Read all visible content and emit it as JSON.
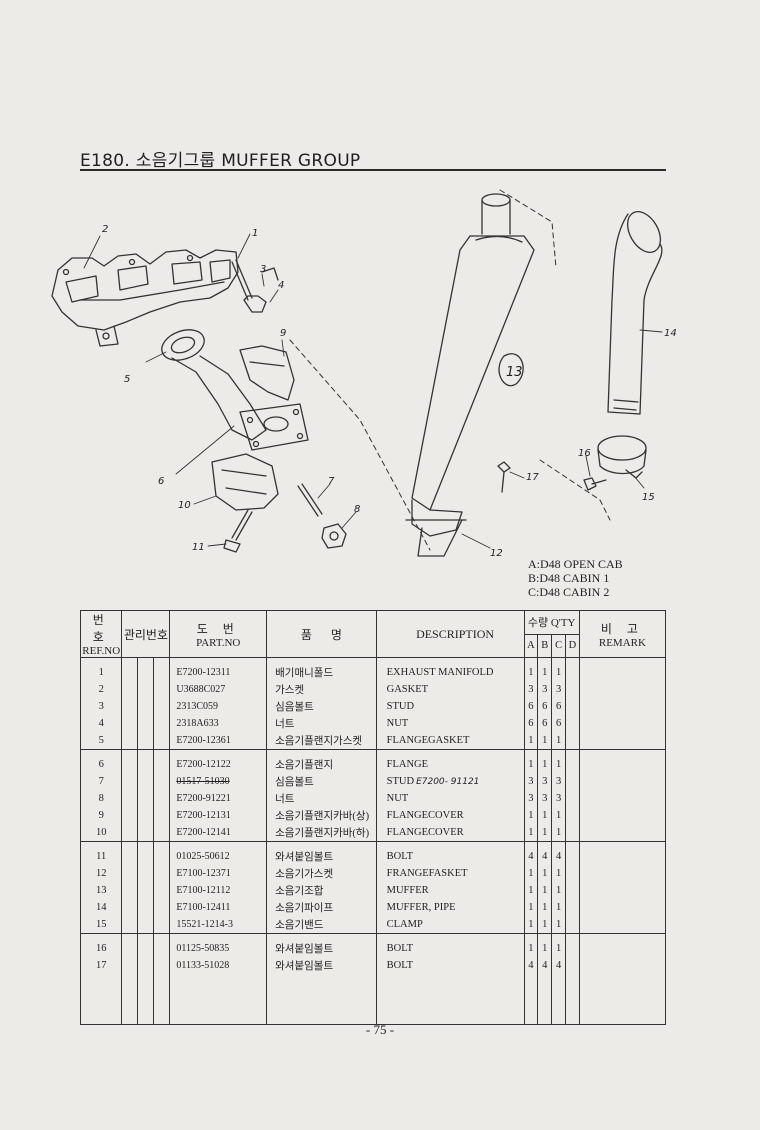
{
  "title": "E180. 소음기그룹 MUFFER GROUP",
  "legend": [
    "A:D48 OPEN CAB",
    "B:D48 CABIN 1",
    "C:D48 CABIN 2"
  ],
  "callouts": {
    "c1": "1",
    "c2": "2",
    "c3": "3",
    "c4": "4",
    "c5": "5",
    "c6": "6",
    "c7": "7",
    "c8": "8",
    "c9": "9",
    "c10": "10",
    "c11": "11",
    "c12": "12",
    "c13": "13",
    "c14": "14",
    "c15": "15",
    "c16": "16",
    "c17": "17"
  },
  "table": {
    "header": {
      "no_kr": "번 호",
      "no_en": "REF.NO",
      "mgmt_kr": "관리번호",
      "part_kr": "도 번",
      "part_en": "PART.NO",
      "name_kr": "품 명",
      "desc": "DESCRIPTION",
      "qty": "수량 Q'TY",
      "qa": "A",
      "qb": "B",
      "qc": "C",
      "qd": "D",
      "remark_kr": "비 고",
      "remark_en": "REMARK"
    },
    "rows": [
      {
        "no": "1",
        "part": "E7200-12311",
        "kor": "배기매니폴드",
        "desc": "EXHAUST MANIFOLD",
        "a": "1",
        "b": "1",
        "c": "1"
      },
      {
        "no": "2",
        "part": "U3688C027",
        "kor": "가스켓",
        "desc": "GASKET",
        "a": "3",
        "b": "3",
        "c": "3"
      },
      {
        "no": "3",
        "part": "2313C059",
        "kor": "심음볼트",
        "desc": "STUD",
        "a": "6",
        "b": "6",
        "c": "6"
      },
      {
        "no": "4",
        "part": "2318A633",
        "kor": "너트",
        "desc": "NUT",
        "a": "6",
        "b": "6",
        "c": "6"
      },
      {
        "no": "5",
        "part": "E7200-12361",
        "kor": "소음기플랜지가스켓",
        "desc": "FLANGEGASKET",
        "a": "1",
        "b": "1",
        "c": "1"
      },
      {
        "no": "6",
        "part": "E7200-12122",
        "kor": "소음기플랜지",
        "desc": "FLANGE",
        "a": "1",
        "b": "1",
        "c": "1"
      },
      {
        "no": "7",
        "part": "01517-51030",
        "kor": "심음볼트",
        "desc": "STUD",
        "note": "E7200- 91121",
        "a": "3",
        "b": "3",
        "c": "3"
      },
      {
        "no": "8",
        "part": "E7200-91221",
        "kor": "너트",
        "desc": "NUT",
        "a": "3",
        "b": "3",
        "c": "3"
      },
      {
        "no": "9",
        "part": "E7200-12131",
        "kor": "소음기플랜지카바(상)",
        "desc": "FLANGECOVER",
        "a": "1",
        "b": "1",
        "c": "1"
      },
      {
        "no": "10",
        "part": "E7200-12141",
        "kor": "소음기플랜지카바(하)",
        "desc": "FLANGECOVER",
        "a": "1",
        "b": "1",
        "c": "1"
      },
      {
        "no": "11",
        "part": "01025-50612",
        "kor": "와셔붙임볼트",
        "desc": "BOLT",
        "a": "4",
        "b": "4",
        "c": "4"
      },
      {
        "no": "12",
        "part": "E7100-12371",
        "kor": "소음기가스켓",
        "desc": "FRANGEFASKET",
        "a": "1",
        "b": "1",
        "c": "1"
      },
      {
        "no": "13",
        "part": "E7100-12112",
        "kor": "소음기조합",
        "desc": "MUFFER",
        "a": "1",
        "b": "1",
        "c": "1"
      },
      {
        "no": "14",
        "part": "E7100-12411",
        "kor": "소음기파이프",
        "desc": "MUFFER, PIPE",
        "a": "1",
        "b": "1",
        "c": "1"
      },
      {
        "no": "15",
        "part": "15521-1214-3",
        "kor": "소음기밴드",
        "desc": "CLAMP",
        "a": "1",
        "b": "1",
        "c": "1"
      },
      {
        "no": "16",
        "part": "01125-50835",
        "kor": "와셔붙임볼트",
        "desc": "BOLT",
        "a": "1",
        "b": "1",
        "c": "1"
      },
      {
        "no": "17",
        "part": "01133-51028",
        "kor": "와셔붙임볼트",
        "desc": "BOLT",
        "a": "4",
        "b": "4",
        "c": "4"
      }
    ]
  },
  "page_number": "- 75 -"
}
